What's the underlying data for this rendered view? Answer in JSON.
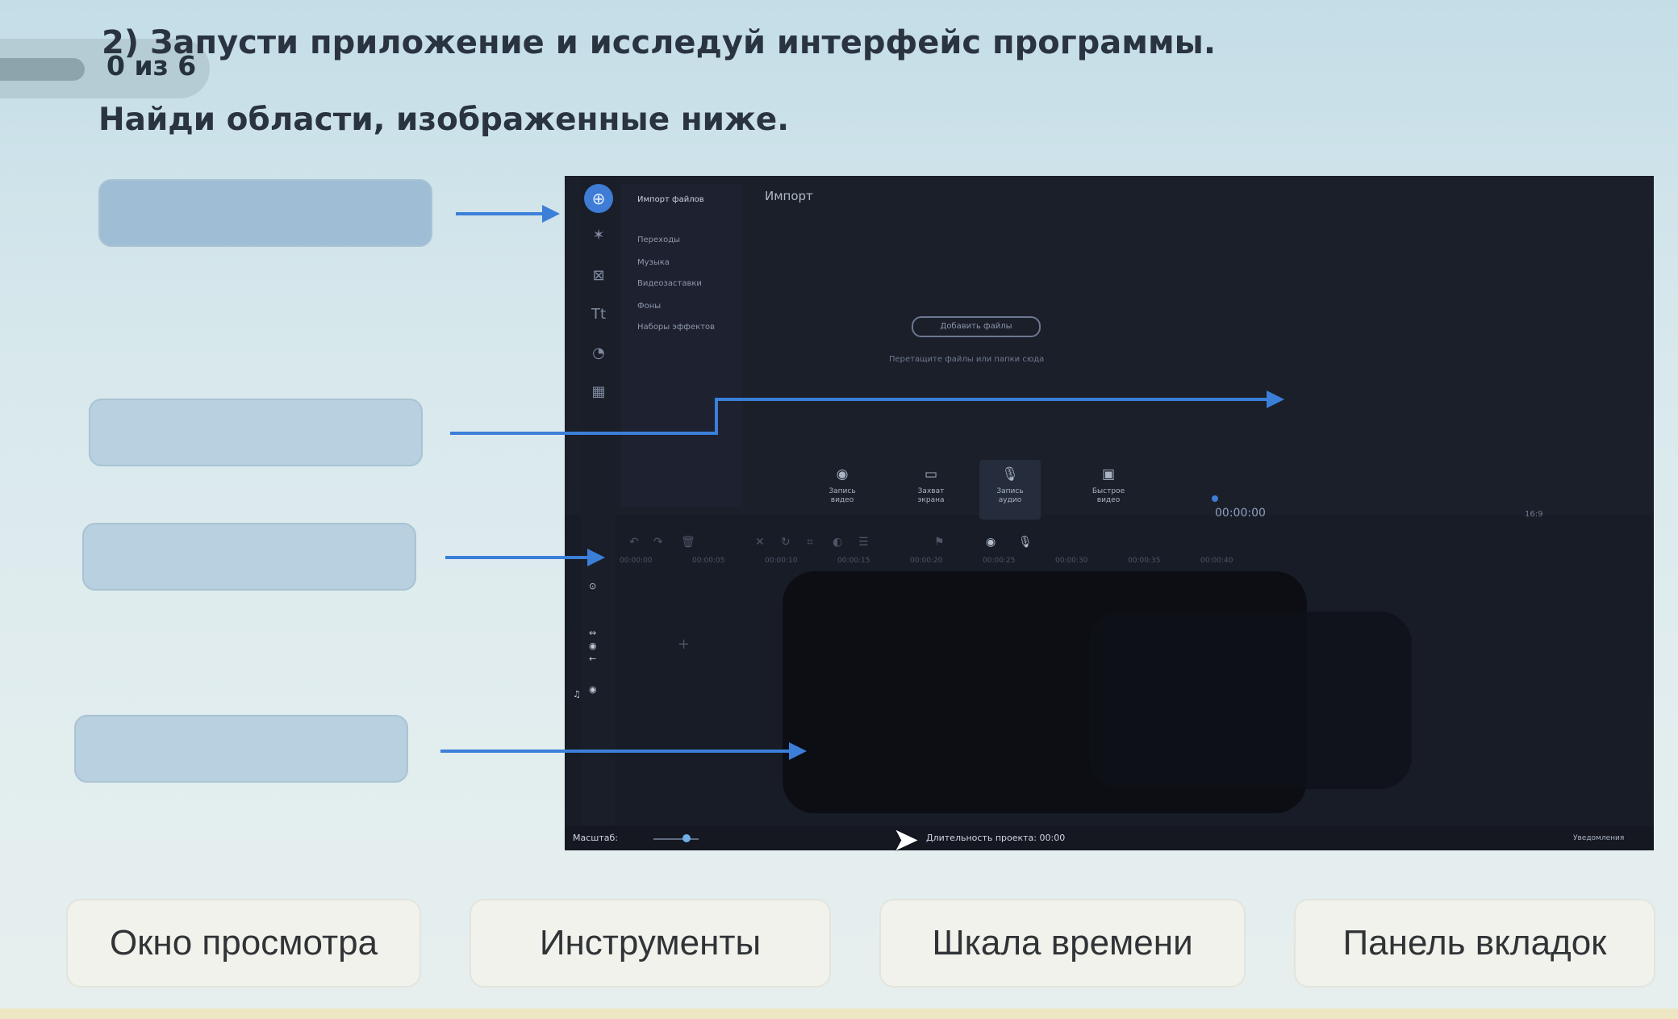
{
  "task": {
    "title": "2) Запусти приложение и исследуй интерфейс программы.",
    "progress": "0 из 6",
    "subtitle": "Найди области, изображенные ниже."
  },
  "app": {
    "tabs": [
      "Импорт файлов",
      "Переходы",
      "Музыка",
      "Видеозаставки",
      "Фоны",
      "Наборы эффектов"
    ],
    "import_header": "Импорт",
    "add_files_button": "Добавить файлы",
    "drop_hint": "Перетащите файлы или папки сюда",
    "record_buttons": [
      {
        "label": "Запись\nвидео",
        "icon": "webcam-icon"
      },
      {
        "label": "Захват\nэкрана",
        "icon": "monitor-icon"
      },
      {
        "label": "Запись\nаудио",
        "icon": "microphone-icon"
      },
      {
        "label": "Быстрое\nвидео",
        "icon": "quick-video-icon"
      }
    ],
    "timecode": "00:00:00",
    "aspect": "16:9",
    "ruler": [
      "00:00:00",
      "00:00:05",
      "00:00:10",
      "00:00:15",
      "00:00:20",
      "00:00:25",
      "00:00:30",
      "00:00:35",
      "00:00:40"
    ],
    "status": {
      "zoom_label": "Масштаб:",
      "duration": "Длительность проекта: 00:00",
      "notifications": "Уведомления"
    }
  },
  "answers": [
    "Окно просмотра",
    "Инструменты",
    "Шкала времени",
    "Панель вкладок"
  ],
  "colors": {
    "accent": "#3b7fd9",
    "app_bg": "#181c26"
  }
}
